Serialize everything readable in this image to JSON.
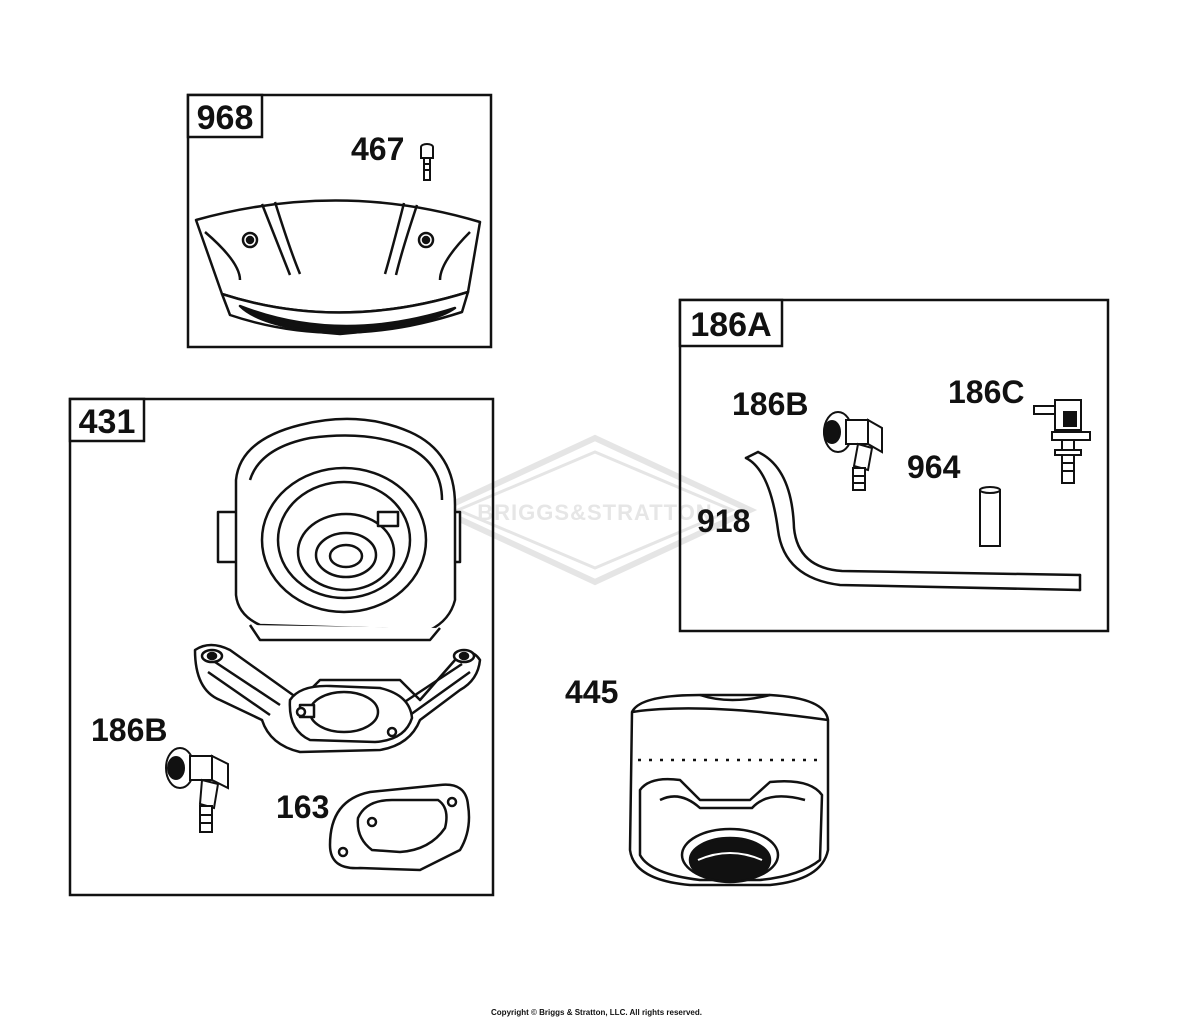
{
  "boxes": {
    "b968": "968",
    "b431": "431",
    "b186A": "186A"
  },
  "parts": {
    "p467": "467",
    "p186B_top": "186B",
    "p186C": "186C",
    "p964": "964",
    "p918": "918",
    "p186B_low": "186B",
    "p163": "163",
    "p445": "445"
  },
  "watermark": "BRIGGS&STRATTON",
  "copyright": "Copyright © Briggs & Stratton, LLC. All rights reserved.",
  "colors": {
    "line": "#111111",
    "background": "#ffffff",
    "watermark": "#e6e6e6"
  }
}
